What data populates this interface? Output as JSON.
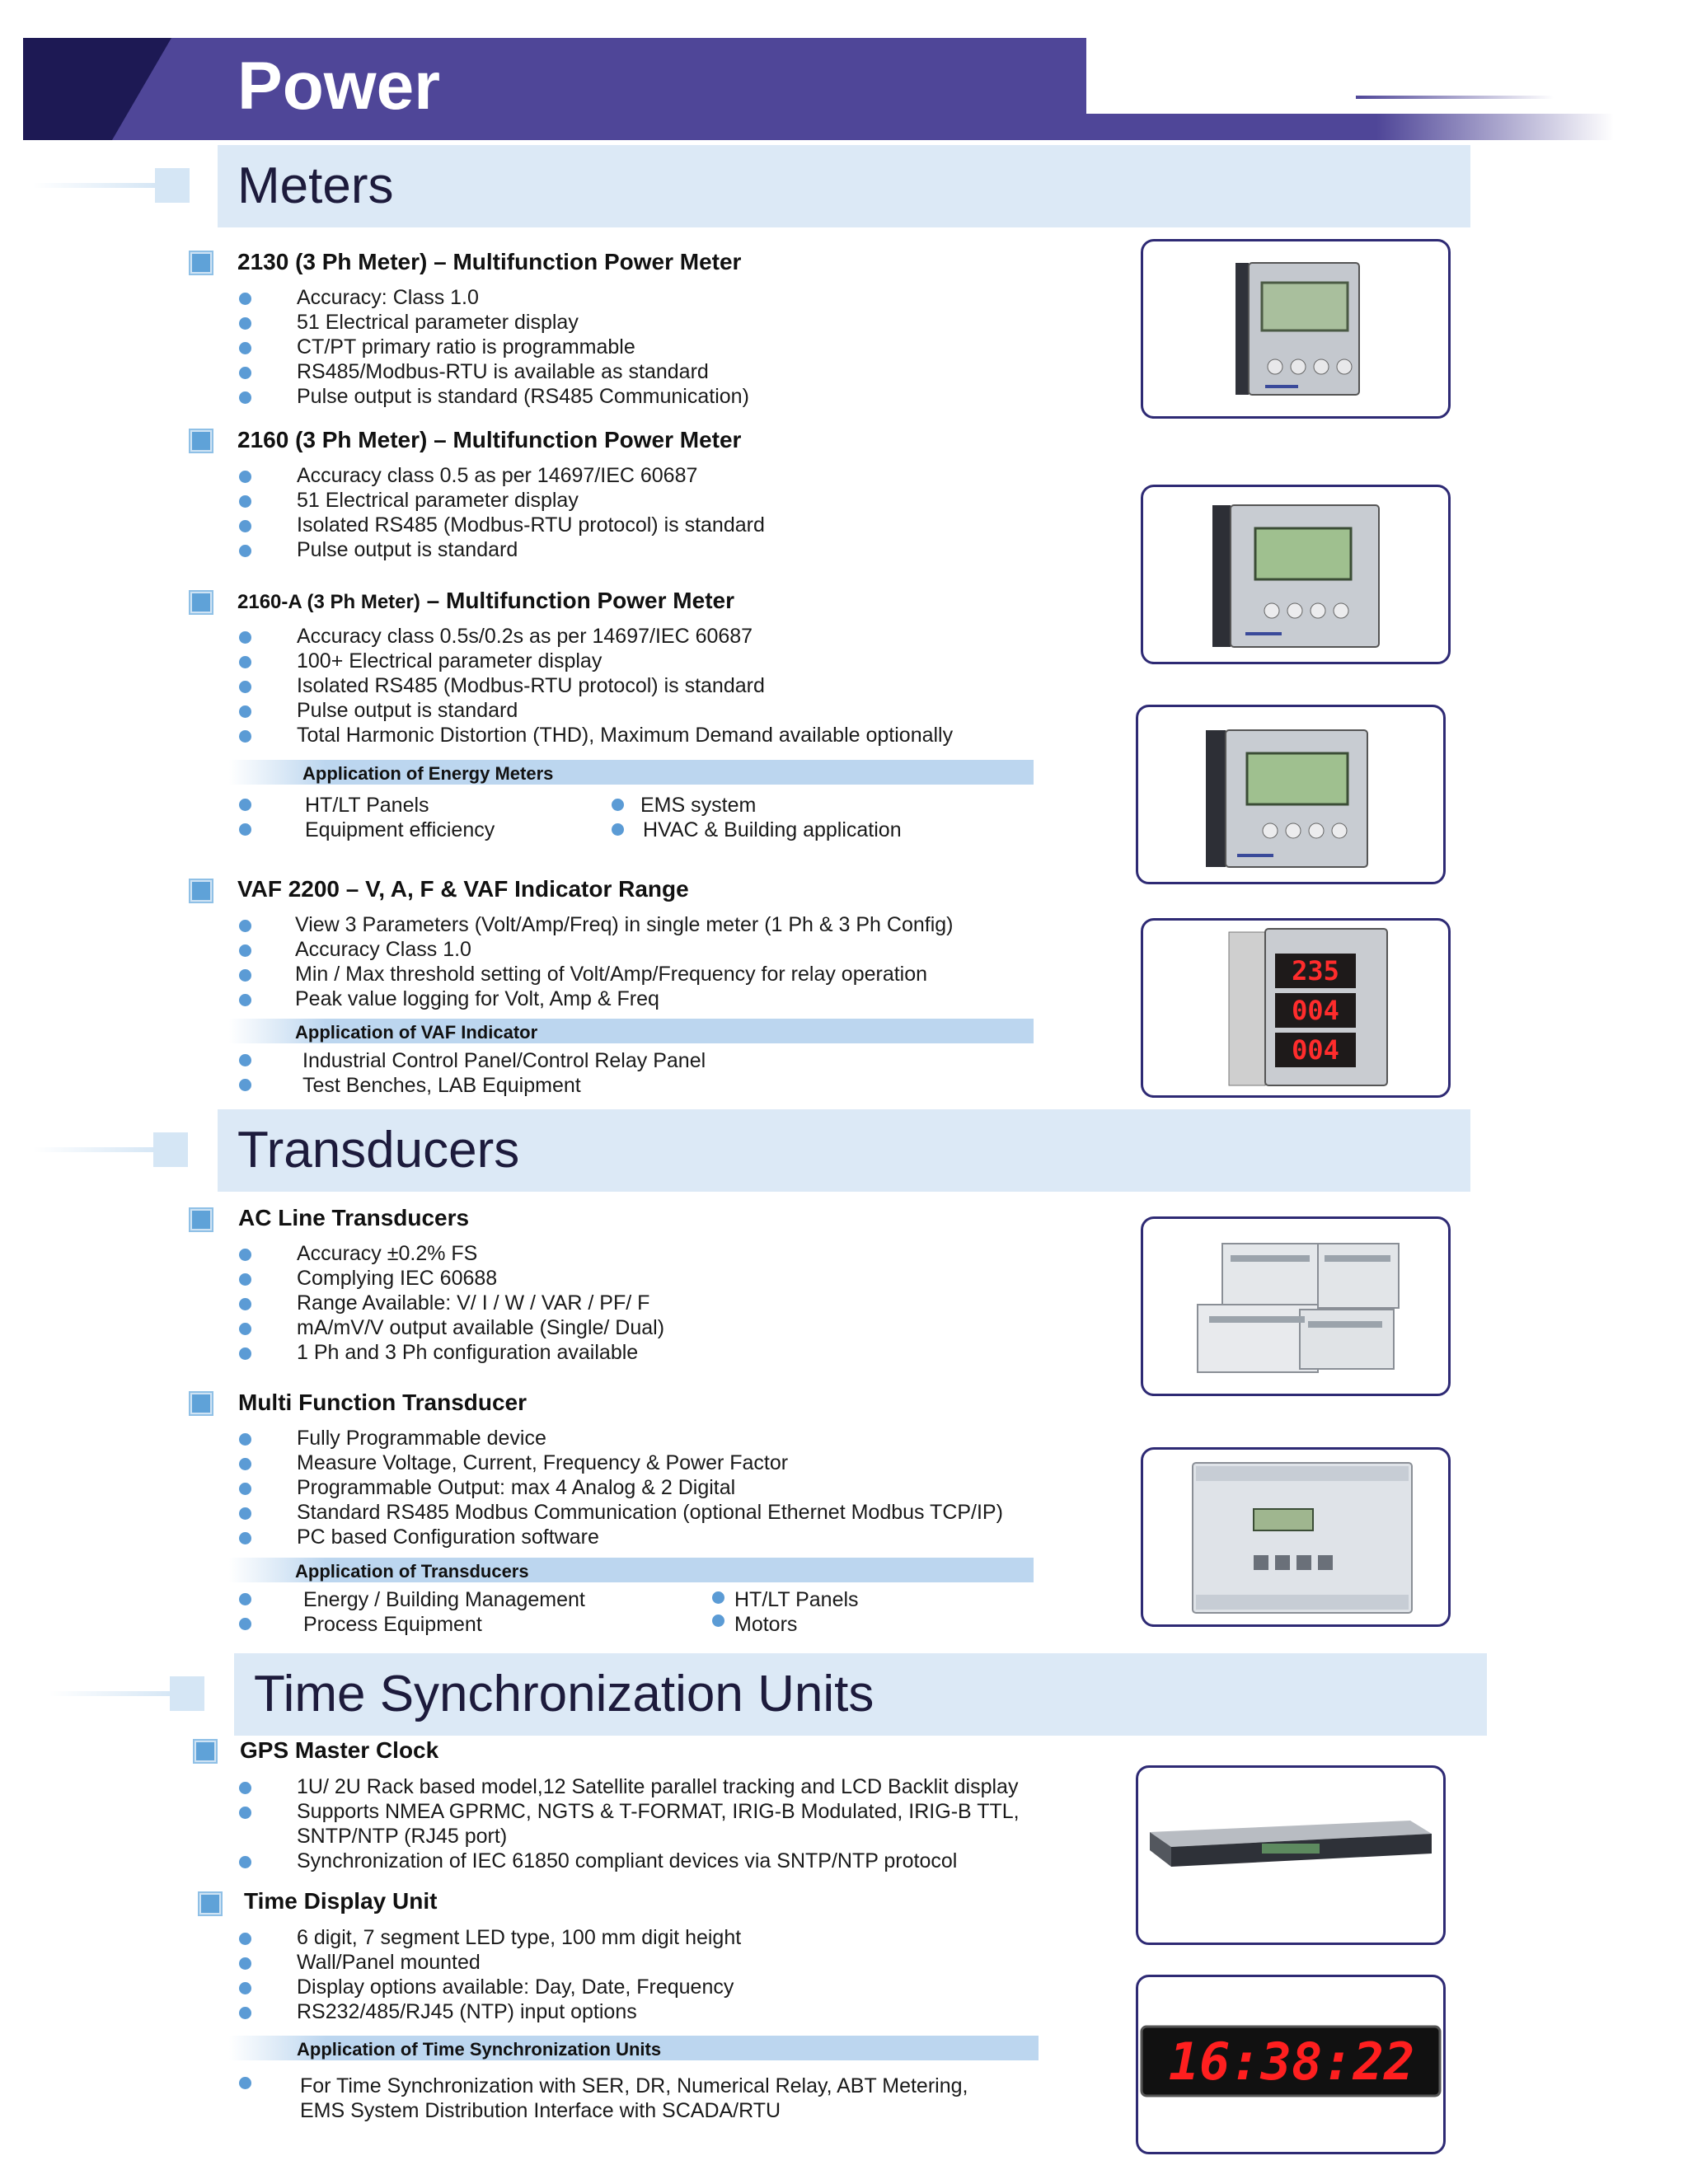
{
  "banner": {
    "title": "Power"
  },
  "sections": {
    "meters": "Meters",
    "transducers": "Transducers",
    "tsu": "Time Synchronization Units"
  },
  "p2130": {
    "heading": "2130 (3 Ph Meter) – Multifunction Power Meter",
    "bullets": [
      "Accuracy: Class 1.0",
      "51 Electrical parameter display",
      "CT/PT primary ratio is programmable",
      "RS485/Modbus-RTU is available as standard",
      "Pulse output is standard (RS485 Communication)"
    ]
  },
  "p2160": {
    "heading": "2160 (3 Ph Meter) – Multifunction Power Meter",
    "bullets": [
      "Accuracy class 0.5 as per 14697/IEC 60687",
      "51 Electrical parameter display",
      "Isolated RS485 (Modbus-RTU protocol) is standard",
      "Pulse output is standard"
    ]
  },
  "p2160a": {
    "heading_prefix": "2160-A (3 Ph Meter)",
    "heading_suffix": " – Multifunction Power Meter",
    "bullets": [
      "Accuracy class 0.5s/0.2s as per 14697/IEC 60687",
      "100+ Electrical parameter display",
      "Isolated RS485 (Modbus-RTU protocol) is standard",
      "Pulse output is standard",
      "Total Harmonic Distortion (THD), Maximum Demand available optionally"
    ]
  },
  "app_energy": {
    "label": "Application of Energy Meters",
    "left": [
      "HT/LT Panels",
      "Equipment efficiency"
    ],
    "right": [
      "EMS system",
      "HVAC & Building application"
    ]
  },
  "vaf": {
    "heading": "VAF 2200 – V, A, F & VAF Indicator Range",
    "bullets": [
      "View 3 Parameters (Volt/Amp/Freq) in single meter (1 Ph & 3 Ph Config)",
      "Accuracy Class 1.0",
      "Min / Max threshold setting of Volt/Amp/Frequency for relay operation",
      "Peak value logging for Volt, Amp & Freq"
    ]
  },
  "app_vaf": {
    "label": "Application of VAF Indicator",
    "items": [
      "Industrial Control Panel/Control Relay Panel",
      "Test Benches, LAB Equipment"
    ]
  },
  "acline": {
    "heading": "AC Line Transducers",
    "bullets": [
      "Accuracy ±0.2% FS",
      "Complying IEC 60688",
      "Range Available: V/ I / W / VAR / PF/ F",
      "mA/mV/V output available (Single/ Dual)",
      "1 Ph and 3 Ph configuration available"
    ]
  },
  "mft": {
    "heading": "Multi Function Transducer",
    "bullets": [
      "Fully Programmable device",
      "Measure Voltage, Current, Frequency & Power Factor",
      "Programmable Output: max 4 Analog & 2 Digital",
      "Standard RS485 Modbus Communication (optional Ethernet Modbus TCP/IP)",
      "PC based Configuration software"
    ]
  },
  "app_trans": {
    "label": "Application of Transducers",
    "left": [
      "Energy / Building Management",
      "Process Equipment"
    ],
    "right": [
      "HT/LT Panels",
      "Motors"
    ]
  },
  "gps": {
    "heading": "GPS Master Clock",
    "bullets": [
      "1U/ 2U Rack based model,12 Satellite parallel tracking and LCD Backlit display",
      "Supports NMEA GPRMC, NGTS & T-FORMAT, IRIG-B Modulated, IRIG-B TTL,",
      "Synchronization of IEC 61850 compliant devices via SNTP/NTP protocol"
    ],
    "bullet2_cont": "SNTP/NTP (RJ45 port)"
  },
  "tdu": {
    "heading": "Time Display Unit",
    "bullets": [
      "6 digit, 7 segment LED type, 100 mm digit height",
      "Wall/Panel mounted",
      "Display options available: Day, Date, Frequency",
      "RS232/485/RJ45 (NTP) input options"
    ]
  },
  "app_tsu": {
    "label": "Application of Time Synchronization Units",
    "line1": "For Time Synchronization with SER, DR, Numerical Relay, ABT Metering,",
    "line2": "EMS System Distribution Interface with SCADA/RTU"
  },
  "images": {
    "vaf_readings": [
      "235",
      "004",
      "004"
    ],
    "clock_time": "16:38:22"
  }
}
